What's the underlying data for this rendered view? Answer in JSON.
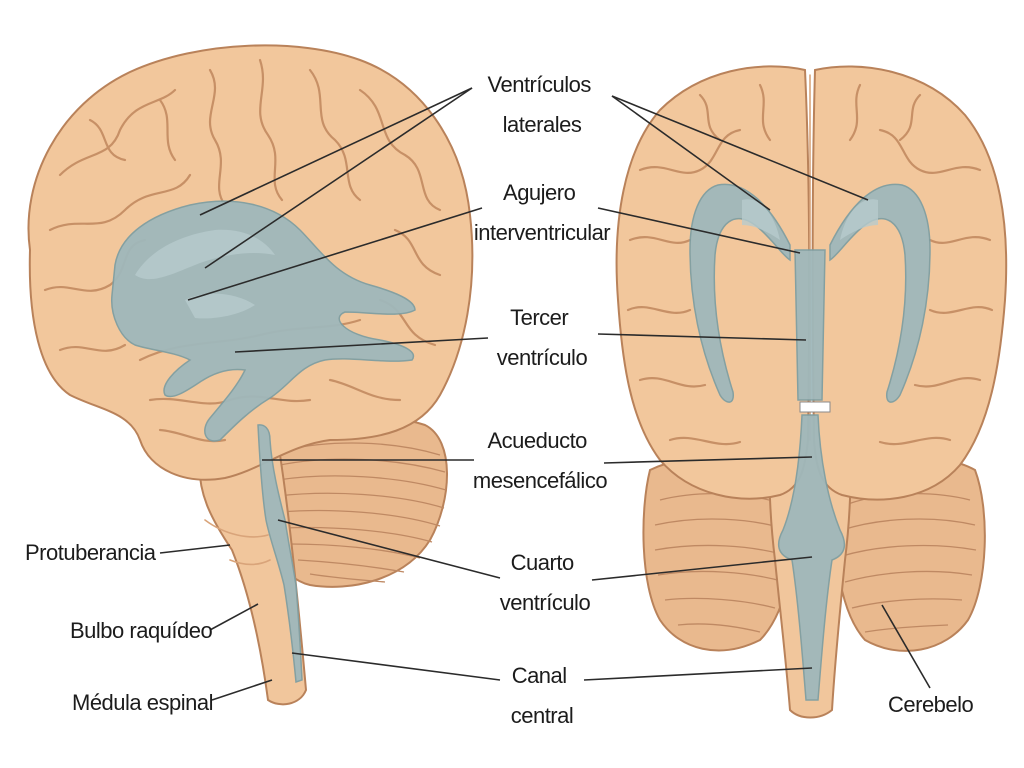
{
  "labels": {
    "ventriculos_laterales": [
      "Ventrículos",
      "laterales"
    ],
    "agujero_interventricular": [
      "Agujero",
      "interventricular"
    ],
    "tercer_ventriculo": [
      "Tercer",
      "ventrículo"
    ],
    "acueducto_mesencefalico": [
      "Acueducto",
      "mesencefálico"
    ],
    "cuarto_ventriculo": [
      "Cuarto",
      "ventrículo"
    ],
    "canal_central": [
      "Canal",
      "central"
    ],
    "protuberancia": "Protuberancia",
    "bulbo_raquideo": "Bulbo raquídeo",
    "medula_espinal": "Médula espinal",
    "cerebelo": "Cerebelo"
  },
  "colors": {
    "brain": "#f2c79c",
    "ventricles": "#9fb8bb",
    "outline": "#b9825a",
    "text": "#1c1c1c"
  }
}
